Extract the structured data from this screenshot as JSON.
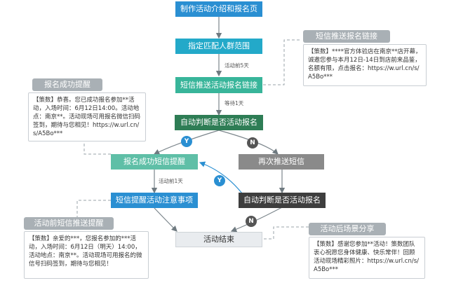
{
  "nodes": {
    "intro_page": "制作活动介绍和报名页",
    "target_crowd": "指定匹配人群范围",
    "sms_link": "短信推送活动报名链接",
    "judge_signup": "自动判断是否活动报名",
    "signup_sms": "报名成功短信提醒",
    "resend_sms": "再次推送短信",
    "sms_notice": "短信提醒活动注意事项",
    "judge_signup_2": "自动判断是否活动报名",
    "activity_end": "活动结束"
  },
  "edge_notes": {
    "before_5_days": "活动前5天",
    "wait_1_day": "等待1天",
    "before_1_day": "活动前1天"
  },
  "branches": {
    "yes": "Y",
    "no": "N"
  },
  "panels": {
    "sms_link": {
      "title": "短信推送报名链接",
      "body": "【策数】****官方体验店在南京**店开幕，诚邀您参与本月12日-14日到店前来品鉴，名额有限，点击报名：https://w.url.cn/s/A5Bo***"
    },
    "signup_success": {
      "title": "报名成功提醒",
      "body": "【策数】恭喜。您已成功报名参加**活动，入场时间：6月12日14:00。活动地点：南京**。活动现场可用报名微信扫码签到，期待与您相见！https://w.url.cn/s/A5Bo***"
    },
    "pre_activity": {
      "title": "活动前短信推送提醒",
      "body": "【策数】亲爱的***，您报名参加的***活动，入场时间：6月12日（明天）14:00，活动地点：南京**。活动现场可用报名的微信号扫码签到，期待与您相见！"
    },
    "post_activity": {
      "title": "活动后场景分享",
      "body": "【策数】感谢您参加**活动！策数团队衷心祝愿您身体健康、快乐常伴！回顾活动现场精彩照片：https://w.url.cn/s/A5Bo***"
    }
  },
  "colors": {
    "blue": "#2a8fd2",
    "cyan": "#23a9c9",
    "teal": "#38b59a",
    "green": "#2e7d55",
    "grey": "#8a8a8a",
    "dark": "#3e3e3e",
    "line": "#9aa3a9"
  }
}
